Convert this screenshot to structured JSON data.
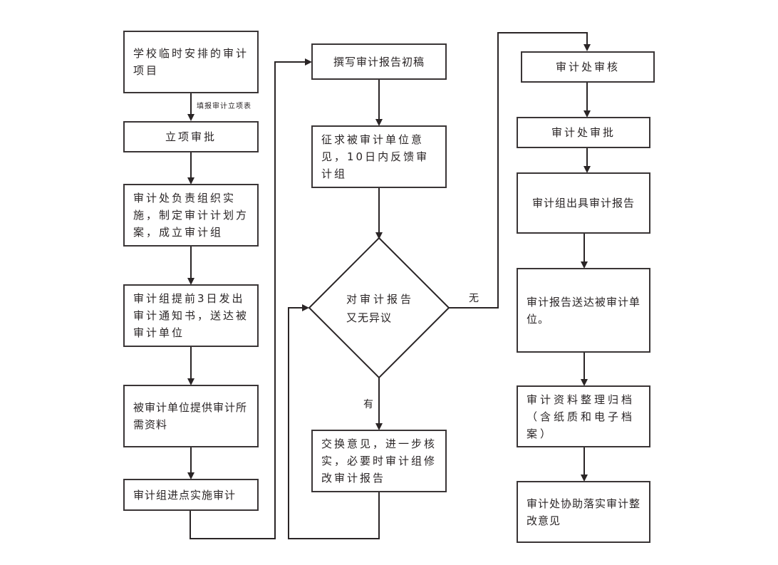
{
  "diagram": {
    "type": "flowchart",
    "title": "",
    "column1": [
      {
        "id": "n1",
        "text": "学校临时安排的审计项目"
      },
      {
        "id": "n2",
        "text": "立项审批"
      },
      {
        "id": "n3",
        "text": "审计处负责组织实施，制定审计计划方案，成立审计组"
      },
      {
        "id": "n4",
        "text": "审计组提前3日发出审计通知书，送达被审计单位"
      },
      {
        "id": "n5",
        "text": "被审计单位提供审计所需资料"
      },
      {
        "id": "n6",
        "text": "审计组进点实施审计"
      }
    ],
    "column2": [
      {
        "id": "n7",
        "text": "撰写审计报告初稿"
      },
      {
        "id": "n8",
        "text": "征求被审计单位意见，10日内反馈审计组"
      },
      {
        "id": "d1",
        "text": "对审计报告又无异议",
        "line1": "对审计报告",
        "line2": "又无异议"
      },
      {
        "id": "n9",
        "text": "交换意见，进一步核实，必要时审计组修改审计报告"
      }
    ],
    "column3": [
      {
        "id": "n10",
        "text": "审计处审核"
      },
      {
        "id": "n11",
        "text": "审计处审批"
      },
      {
        "id": "n12",
        "text": "审计组出具审计报告"
      },
      {
        "id": "n13",
        "text": "审计报告送达被审计单位。"
      },
      {
        "id": "n14",
        "text": "审计资料整理归档（含纸质和电子档案）"
      },
      {
        "id": "n15",
        "text": "审计处协助落实审计整改意见"
      }
    ],
    "edge_labels": {
      "n1_n2": "填报审计立项表",
      "d1_no": "无",
      "d1_yes": "有"
    },
    "edges": [
      [
        "n1",
        "n2"
      ],
      [
        "n2",
        "n3"
      ],
      [
        "n3",
        "n4"
      ],
      [
        "n4",
        "n5"
      ],
      [
        "n5",
        "n6"
      ],
      [
        "n6",
        "n7"
      ],
      [
        "n7",
        "n8"
      ],
      [
        "n8",
        "d1"
      ],
      [
        "d1",
        "n10"
      ],
      [
        "d1",
        "n9"
      ],
      [
        "n9",
        "d1"
      ],
      [
        "n10",
        "n11"
      ],
      [
        "n11",
        "n12"
      ],
      [
        "n12",
        "n13"
      ],
      [
        "n13",
        "n14"
      ],
      [
        "n14",
        "n15"
      ]
    ],
    "colors": {
      "line": "#2a2526",
      "fill": "#ffffff"
    }
  }
}
